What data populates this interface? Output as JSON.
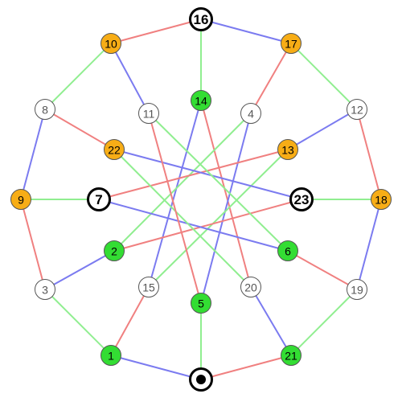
{
  "colors": {
    "red": "#f08080",
    "green": "#90ee90",
    "blue": "#7b7bf0",
    "fill_white": "#ffffff",
    "fill_orange": "#f7ad16",
    "fill_green": "#33dd33",
    "stroke_default": "#555555",
    "stroke_bold": "#000000"
  },
  "nodes": [
    {
      "id": "n16",
      "label": "16",
      "fill": "white",
      "style": "bold"
    },
    {
      "id": "n17",
      "label": "17",
      "fill": "orange",
      "style": "normal"
    },
    {
      "id": "n12",
      "label": "12",
      "fill": "white",
      "style": "normal"
    },
    {
      "id": "n18",
      "label": "18",
      "fill": "orange",
      "style": "normal"
    },
    {
      "id": "n19",
      "label": "19",
      "fill": "white",
      "style": "normal"
    },
    {
      "id": "n21",
      "label": "21",
      "fill": "green",
      "style": "normal"
    },
    {
      "id": "nbottom",
      "label": "",
      "fill": "white",
      "style": "target"
    },
    {
      "id": "n1",
      "label": "1",
      "fill": "green",
      "style": "normal"
    },
    {
      "id": "n3",
      "label": "3",
      "fill": "white",
      "style": "normal"
    },
    {
      "id": "n9",
      "label": "9",
      "fill": "orange",
      "style": "normal"
    },
    {
      "id": "n8",
      "label": "8",
      "fill": "white",
      "style": "normal"
    },
    {
      "id": "n10",
      "label": "10",
      "fill": "orange",
      "style": "normal"
    },
    {
      "id": "n14",
      "label": "14",
      "fill": "green",
      "style": "normal"
    },
    {
      "id": "n4",
      "label": "4",
      "fill": "white",
      "style": "normal"
    },
    {
      "id": "n13",
      "label": "13",
      "fill": "orange",
      "style": "normal"
    },
    {
      "id": "n23",
      "label": "23",
      "fill": "white",
      "style": "bold"
    },
    {
      "id": "n6",
      "label": "6",
      "fill": "green",
      "style": "normal"
    },
    {
      "id": "n20",
      "label": "20",
      "fill": "white",
      "style": "normal"
    },
    {
      "id": "n5",
      "label": "5",
      "fill": "green",
      "style": "normal"
    },
    {
      "id": "n15",
      "label": "15",
      "fill": "white",
      "style": "normal"
    },
    {
      "id": "n2",
      "label": "2",
      "fill": "green",
      "style": "normal"
    },
    {
      "id": "n7",
      "label": "7",
      "fill": "white",
      "style": "bold"
    },
    {
      "id": "n22",
      "label": "22",
      "fill": "orange",
      "style": "normal"
    },
    {
      "id": "n11",
      "label": "11",
      "fill": "white",
      "style": "normal"
    }
  ],
  "edges": [
    [
      "n16",
      "n17",
      "blue"
    ],
    [
      "n17",
      "n12",
      "green"
    ],
    [
      "n12",
      "n18",
      "red"
    ],
    [
      "n18",
      "n19",
      "blue"
    ],
    [
      "n19",
      "n21",
      "green"
    ],
    [
      "n21",
      "nbottom",
      "red"
    ],
    [
      "nbottom",
      "n1",
      "blue"
    ],
    [
      "n1",
      "n3",
      "green"
    ],
    [
      "n3",
      "n9",
      "red"
    ],
    [
      "n9",
      "n8",
      "blue"
    ],
    [
      "n8",
      "n10",
      "green"
    ],
    [
      "n10",
      "n16",
      "red"
    ],
    [
      "n16",
      "n14",
      "green"
    ],
    [
      "n18",
      "n23",
      "green"
    ],
    [
      "nbottom",
      "n5",
      "green"
    ],
    [
      "n9",
      "n7",
      "green"
    ],
    [
      "n17",
      "n4",
      "red"
    ],
    [
      "n12",
      "n13",
      "blue"
    ],
    [
      "n19",
      "n6",
      "red"
    ],
    [
      "n21",
      "n20",
      "blue"
    ],
    [
      "n1",
      "n15",
      "red"
    ],
    [
      "n3",
      "n2",
      "blue"
    ],
    [
      "n8",
      "n22",
      "red"
    ],
    [
      "n10",
      "n11",
      "blue"
    ],
    [
      "n14",
      "n20",
      "red"
    ],
    [
      "n14",
      "n15",
      "blue"
    ],
    [
      "n4",
      "n2",
      "green"
    ],
    [
      "n4",
      "n5",
      "blue"
    ],
    [
      "n13",
      "n7",
      "red"
    ],
    [
      "n13",
      "n15",
      "green"
    ],
    [
      "n23",
      "n22",
      "blue"
    ],
    [
      "n23",
      "n2",
      "red"
    ],
    [
      "n6",
      "n11",
      "green"
    ],
    [
      "n6",
      "n7",
      "blue"
    ],
    [
      "n20",
      "n22",
      "green"
    ],
    [
      "n5",
      "n11",
      "red"
    ]
  ]
}
